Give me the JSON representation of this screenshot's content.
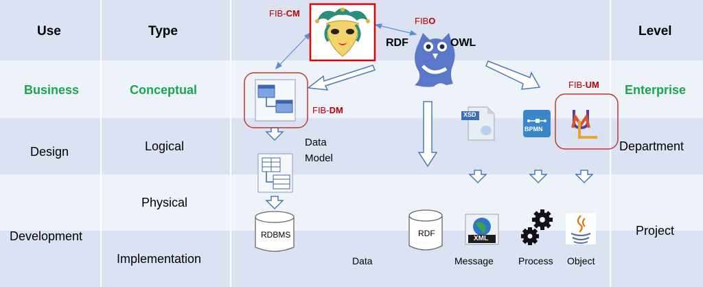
{
  "columns": {
    "use": "Use",
    "type": "Type",
    "level": "Level"
  },
  "rows": {
    "use": [
      "Business",
      "Design",
      "Development"
    ],
    "type": [
      "Conceptual",
      "Logical",
      "Physical",
      "Implementation"
    ],
    "level": [
      "Enterprise",
      "Department",
      "Project"
    ]
  },
  "labels": {
    "fib_cm": {
      "prefix": "FIB-",
      "suffix": "CM"
    },
    "fib_o": {
      "prefix": "FIB",
      "suffix": "O"
    },
    "fib_dm": {
      "prefix": "FIB-",
      "suffix": "DM"
    },
    "fib_um": {
      "prefix": "FIB-",
      "suffix": "UM"
    },
    "rdf_top": "RDF",
    "owl": "OWL",
    "data_model_1": "Data",
    "data_model_2": "Model",
    "rdbms": "RDBMS",
    "rdf_db": "RDF",
    "data": "Data",
    "message": "Message",
    "process": "Process",
    "object": "Object",
    "xsd": "XSD",
    "bpmn": "BPMN",
    "xml": "XML"
  },
  "colors": {
    "band_dark": "#dbe3f2",
    "band_light": "#eef2f9",
    "green": "#1aa64b",
    "red": "#c00000",
    "arrow": "#4a78b5"
  },
  "icons": [
    "mask-icon",
    "owl-icon",
    "diagram-icon",
    "table-icon",
    "xsd-file-icon",
    "bpmn-icon",
    "uml-icon",
    "database-icon",
    "globe-xml-icon",
    "gears-icon",
    "java-icon"
  ]
}
